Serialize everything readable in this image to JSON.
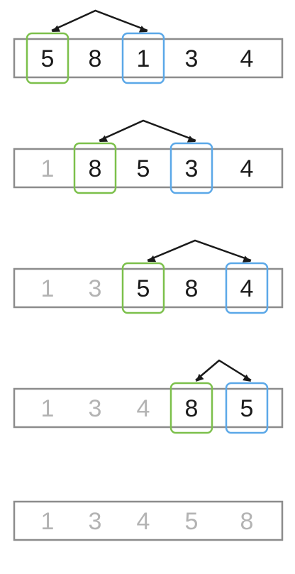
{
  "diagram": {
    "steps": [
      {
        "values": [
          "5",
          "8",
          "1",
          "3",
          "4"
        ],
        "sorted_count": 0,
        "green_index": 0,
        "blue_index": 2
      },
      {
        "values": [
          "1",
          "8",
          "5",
          "3",
          "4"
        ],
        "sorted_count": 1,
        "green_index": 1,
        "blue_index": 3
      },
      {
        "values": [
          "1",
          "3",
          "5",
          "8",
          "4"
        ],
        "sorted_count": 2,
        "green_index": 2,
        "blue_index": 4
      },
      {
        "values": [
          "1",
          "3",
          "4",
          "8",
          "5"
        ],
        "sorted_count": 3,
        "green_index": 3,
        "blue_index": 4
      },
      {
        "values": [
          "1",
          "3",
          "4",
          "5",
          "8"
        ],
        "sorted_count": 5,
        "green_index": null,
        "blue_index": null
      }
    ],
    "colors": {
      "green_highlight": "#7cc04b",
      "blue_highlight": "#5ba8e8",
      "box_border": "#8c8c8c",
      "active_text": "#1a1a1a",
      "sorted_text": "#b3b3b3"
    }
  }
}
